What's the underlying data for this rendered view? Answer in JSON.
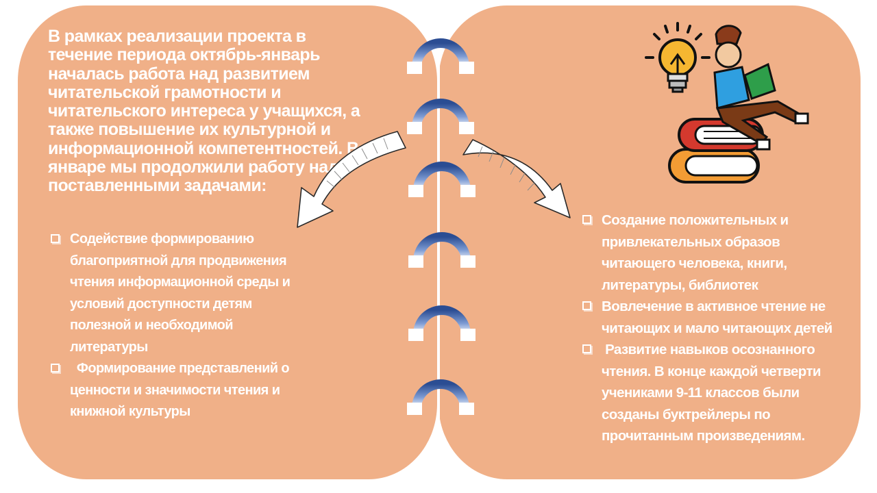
{
  "intro": {
    "text": "В рамках реализации проекта в течение периода октябрь-январь началась работа над развитием читательской грамотности и читательского интереса у учащихся, а также повышение их культурной и информационной компетентностей. В январе мы продолжили работу над поставленными задачами:"
  },
  "left_list": [
    {
      "text": "Содействие формированию благоприятной для продвижения чтения информационной среды и условий доступности детям полезной и необходимой литературы"
    },
    {
      "text": "  Формирование представлений о ценности и значимости чтения и книжной культуры"
    }
  ],
  "right_list": [
    {
      "text": "Создание положительных и привлекательных образов читающего человека, книги, литературы, библиотек"
    },
    {
      "text": "Вовлечение в активное чтение не читающих и мало читающих детей"
    },
    {
      "text": " Развитие навыков осознанного чтения. В конце каждой четверти учениками 9-11 классов были созданы буктрейлеры по прочитанным произведениям."
    }
  ],
  "icons": {
    "illustration": "reading-person-on-books-with-lightbulb",
    "bullet": "checkbox-square-icon",
    "binding": "notebook-ring-binding",
    "arrows": "curved-arrow-icon"
  },
  "colors": {
    "panel": "#f0b088",
    "text": "#ffffff",
    "ring": "#4a6cae"
  }
}
